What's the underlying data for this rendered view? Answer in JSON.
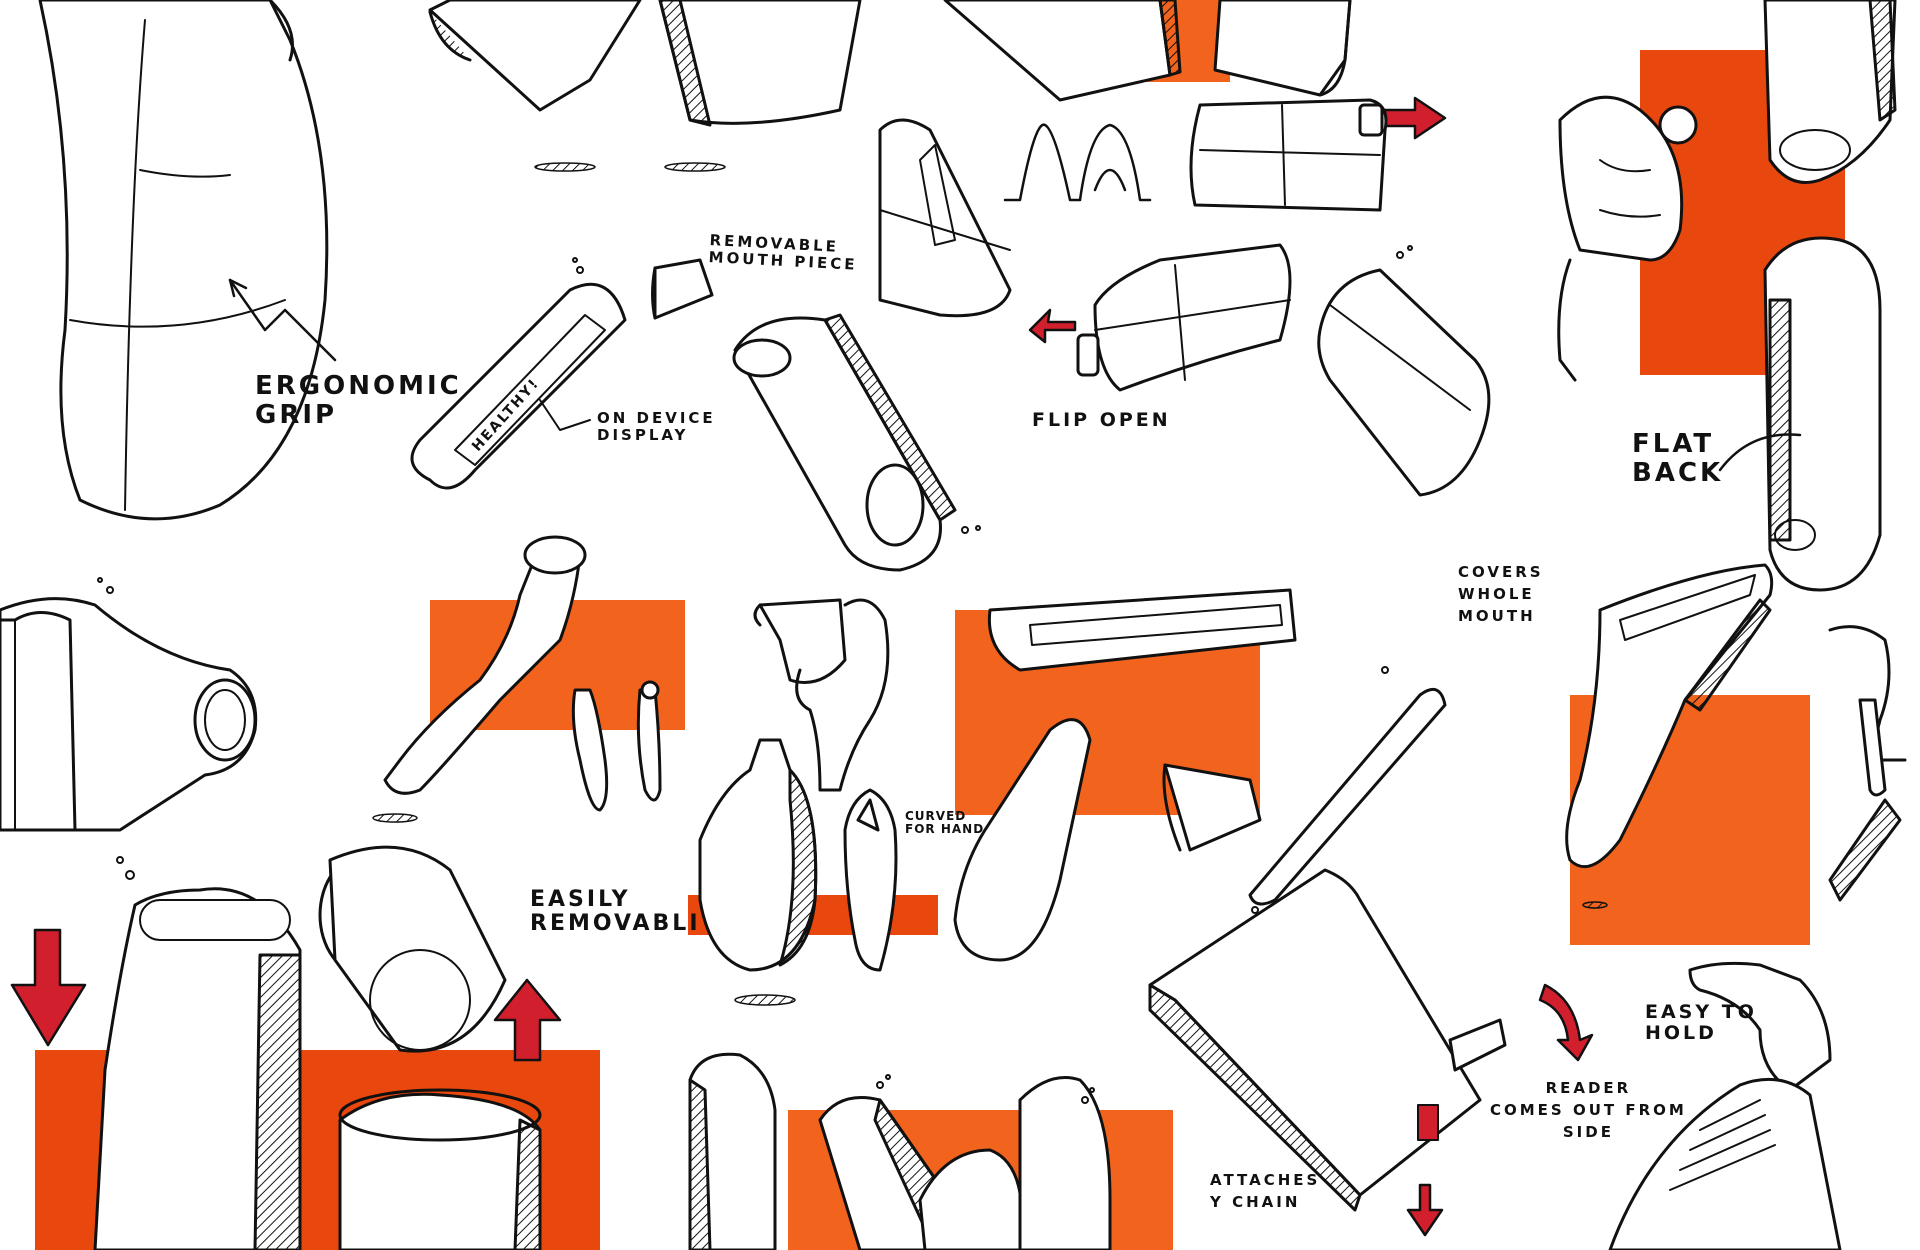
{
  "colors": {
    "orange": "#f2641e",
    "deep_orange": "#e8470d",
    "red_arrow": "#d21f2e",
    "ink": "#111111",
    "paper": "#ffffff"
  },
  "annotations": {
    "ergonomic_grip": "ERGONOMIC\nGRIP",
    "removable_mouth_piece": "REMOVABLE\nMOUTH PIECE",
    "on_device_display": "ON DEVICE\nDISPLAY",
    "healthy": "HEALTHY!",
    "flip_open": "FLIP OPEN",
    "flat_back": "FLAT\nBACK",
    "covers_whole_mouth": "COVERS\nWHOLE\nMOUTH",
    "curved_for_hand": "CURVED\nFOR HAND",
    "easily_removable": "EASILY\nREMOVABLI",
    "easy_to_hold": "EASY TO\nHOLD",
    "reader_comes_out_from_side": "READER\nCOMES OUT FROM\nSIDE",
    "attaches_key_chain": "ATTACHES\nY CHAIN"
  },
  "icons": [
    "arrow-right",
    "arrow-left",
    "arrow-down",
    "arrow-up",
    "curved-arrow"
  ]
}
